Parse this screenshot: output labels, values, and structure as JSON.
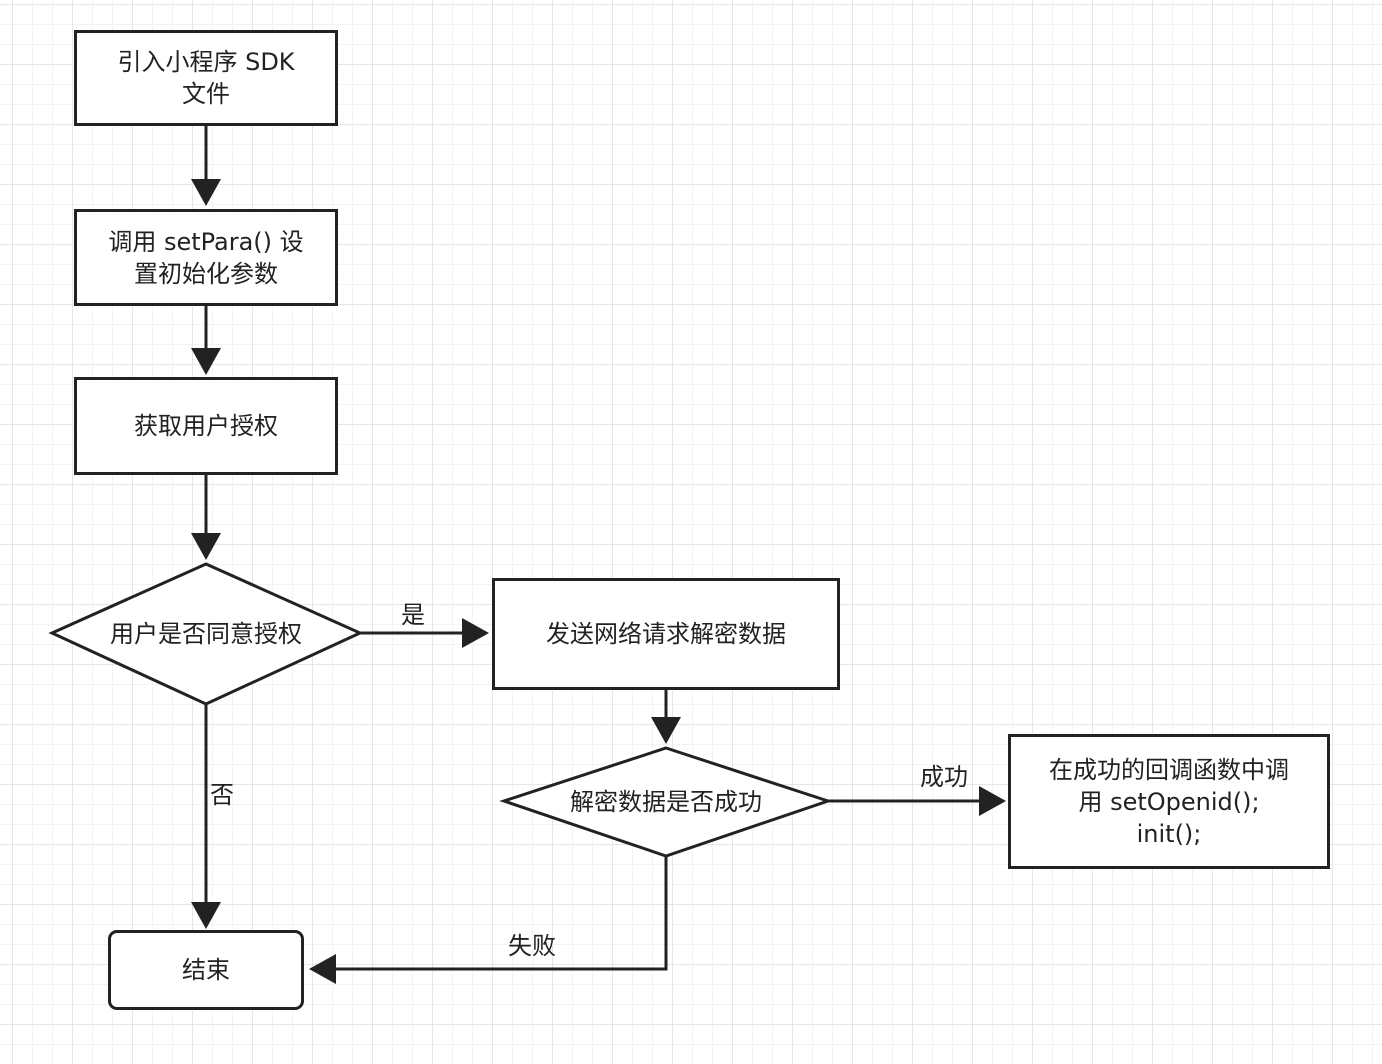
{
  "nodes": {
    "import_sdk": "引入小程序 SDK\n文件",
    "set_para": "调用 setPara() 设\n置初始化参数",
    "get_auth": "获取用户授权",
    "user_agree": "用户是否同意授权",
    "send_request": "发送网络请求解密数据",
    "decrypt_success": "解密数据是否成功",
    "callback": "在成功的回调函数中调\n用 setOpenid();\ninit();",
    "end": "结束"
  },
  "edges": {
    "yes": "是",
    "no": "否",
    "success": "成功",
    "fail": "失败"
  },
  "colors": {
    "stroke": "#222222",
    "fill": "#ffffff",
    "grid_major": "#e6e6e6",
    "grid_minor": "#f3f3f3"
  }
}
